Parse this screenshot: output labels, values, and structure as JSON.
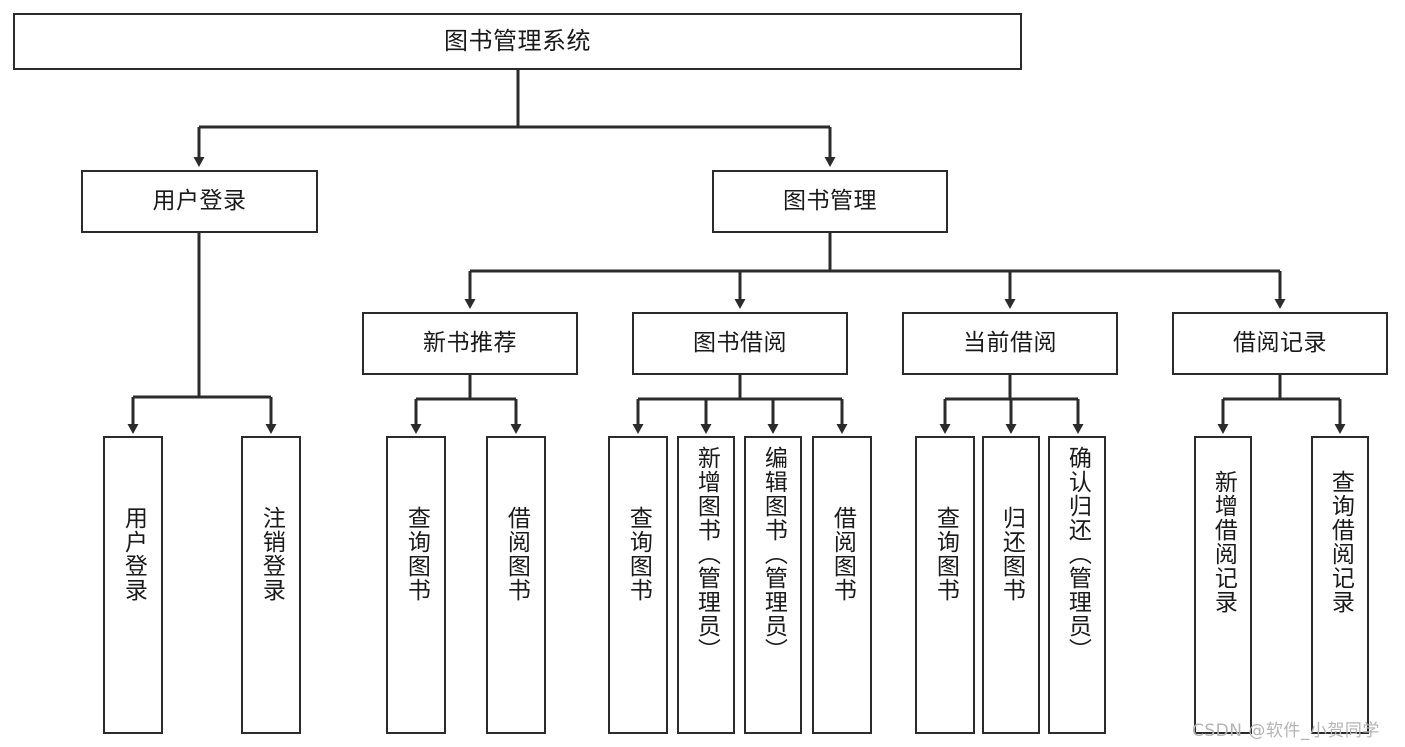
{
  "diagram": {
    "type": "tree-hierarchy",
    "title": "图书管理系统",
    "root": {
      "label": "图书管理系统"
    },
    "level2": [
      {
        "id": "user-login",
        "label": "用户登录"
      },
      {
        "id": "book-management",
        "label": "图书管理"
      }
    ],
    "level3": [
      {
        "id": "new-book-recommend",
        "label": "新书推荐",
        "parent": "book-management"
      },
      {
        "id": "book-borrow",
        "label": "图书借阅",
        "parent": "book-management"
      },
      {
        "id": "current-borrow",
        "label": "当前借阅",
        "parent": "book-management"
      },
      {
        "id": "borrow-record",
        "label": "借阅记录",
        "parent": "book-management"
      }
    ],
    "leaves": [
      {
        "id": "leaf-user-login",
        "label": "用户登录",
        "parent": "user-login"
      },
      {
        "id": "leaf-logout",
        "label": "注销登录",
        "parent": "user-login"
      },
      {
        "id": "leaf-query-book-1",
        "label": "查询图书",
        "parent": "new-book-recommend"
      },
      {
        "id": "leaf-borrow-book-1",
        "label": "借阅图书",
        "parent": "new-book-recommend"
      },
      {
        "id": "leaf-query-book-2",
        "label": "查询图书",
        "parent": "book-borrow"
      },
      {
        "id": "leaf-add-book",
        "label": "新增图书（管理员）",
        "parent": "book-borrow"
      },
      {
        "id": "leaf-edit-book",
        "label": "编辑图书（管理员）",
        "parent": "book-borrow"
      },
      {
        "id": "leaf-borrow-book-2",
        "label": "借阅图书",
        "parent": "book-borrow"
      },
      {
        "id": "leaf-query-book-3",
        "label": "查询图书",
        "parent": "current-borrow"
      },
      {
        "id": "leaf-return-book",
        "label": "归还图书",
        "parent": "current-borrow"
      },
      {
        "id": "leaf-confirm-return",
        "label": "确认归还（管理员）",
        "parent": "current-borrow"
      },
      {
        "id": "leaf-add-record",
        "label": "新增借阅记录",
        "parent": "borrow-record"
      },
      {
        "id": "leaf-query-record",
        "label": "查询借阅记录",
        "parent": "borrow-record"
      }
    ],
    "colors": {
      "stroke": "#2b2b2b",
      "fill": "#ffffff",
      "text": "#1a1a1a",
      "watermark": "#b4b4b4"
    }
  },
  "watermark": {
    "text": "CSDN @软件_小贺同学"
  }
}
